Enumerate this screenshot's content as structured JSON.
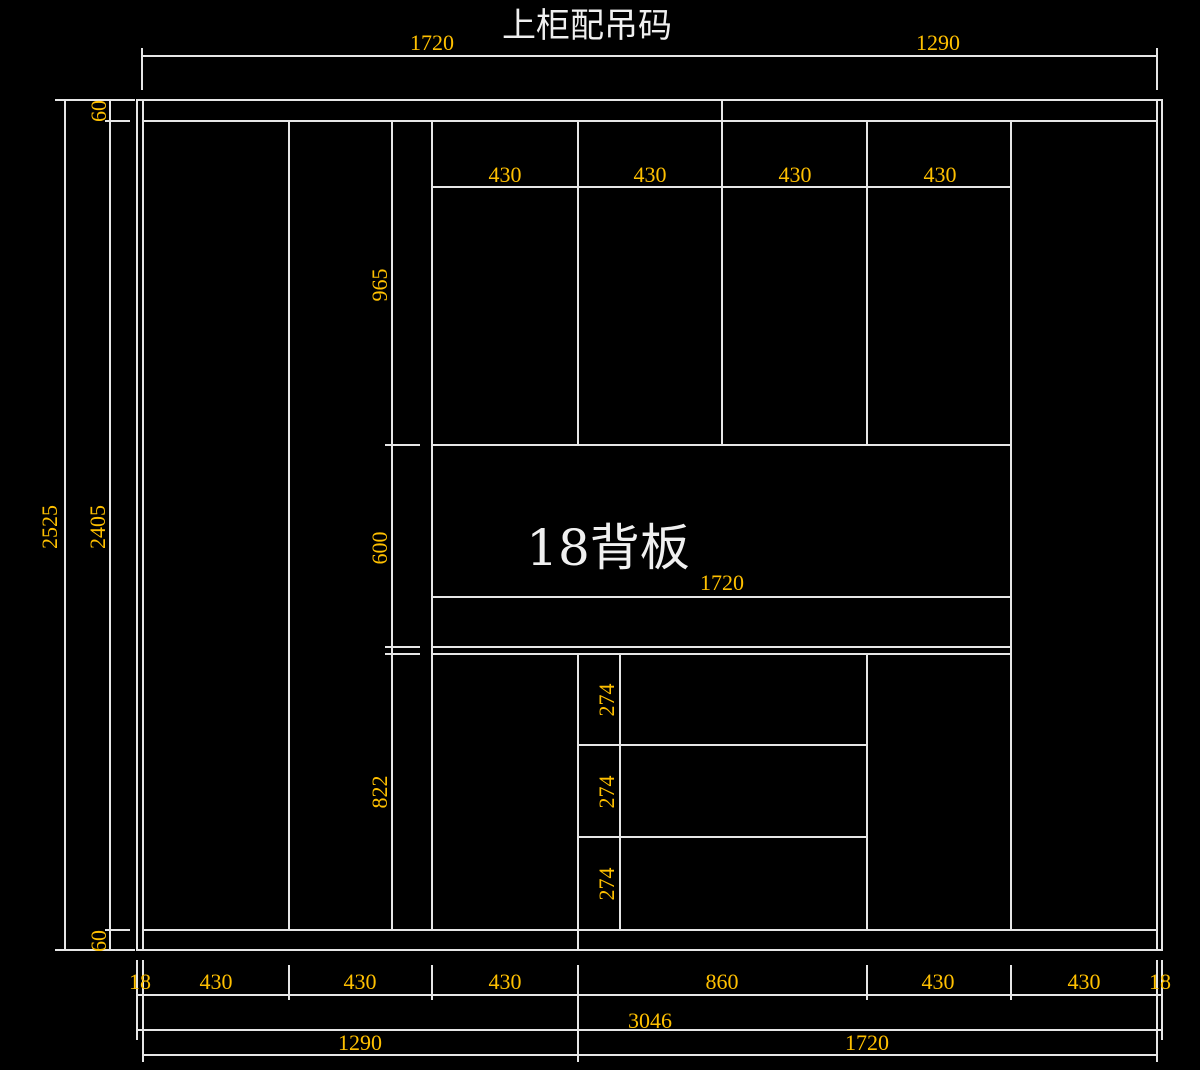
{
  "title": "上柜配吊码",
  "panel_label": "18背板",
  "colors": {
    "background": "#000000",
    "lines": "#e6e6e6",
    "dimensions": "#ffc000"
  },
  "top_dims": [
    "1720",
    "1290"
  ],
  "left_dims": {
    "overall": "2525",
    "inner": "2405",
    "top_panel": "60",
    "bottom_panel": "60"
  },
  "center_dims": {
    "upper": "965",
    "middle": "600",
    "lower": "822"
  },
  "upper_widths": [
    "430",
    "430",
    "430",
    "430"
  ],
  "middle_width": "1720",
  "drawer_dims": [
    "274",
    "274",
    "274"
  ],
  "bottom_row": [
    "18",
    "430",
    "430",
    "430",
    "860",
    "430",
    "430",
    "18"
  ],
  "total_width": "3046",
  "bottom_split": [
    "1290",
    "1720"
  ]
}
